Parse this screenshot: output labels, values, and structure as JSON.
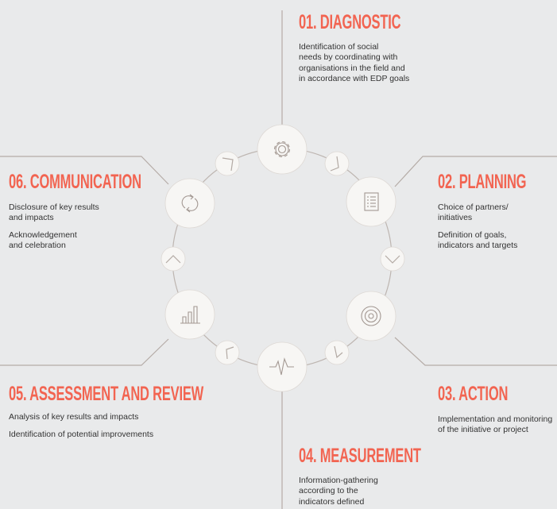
{
  "stages": [
    {
      "title": "01. DIAGNOSTIC",
      "icon": "gear-icon",
      "descriptions": [
        "Identification of social\nneeds by coordinating with\norganisations in the field and\nin accordance with EDP goals"
      ]
    },
    {
      "title": "02. PLANNING",
      "icon": "document-list-icon",
      "descriptions": [
        "Choice of partners/\ninitiatives",
        "Definition of goals,\nindicators and targets"
      ]
    },
    {
      "title": "03. ACTION",
      "icon": "target-icon",
      "descriptions": [
        "Implementation and monitoring\nof the initiative or project"
      ]
    },
    {
      "title": "04. MEASUREMENT",
      "icon": "pulse-icon",
      "descriptions": [
        "Information-gathering\naccording to the\nindicators defined"
      ]
    },
    {
      "title": "05. ASSESSMENT AND REVIEW",
      "icon": "bar-chart-icon",
      "descriptions": [
        "Analysis of key results and impacts",
        "Identification of potential improvements"
      ]
    },
    {
      "title": "06. COMMUNICATION",
      "icon": "refresh-icon",
      "descriptions": [
        "Disclosure of key results\nand impacts",
        "Acknowledgement\nand celebration"
      ]
    }
  ],
  "colors": {
    "background": "#e9eaeb",
    "accent": "#f26451",
    "line": "#b5aca7",
    "node_fill": "#f7f6f4",
    "icon_stroke": "#a39892",
    "text": "#333333"
  }
}
